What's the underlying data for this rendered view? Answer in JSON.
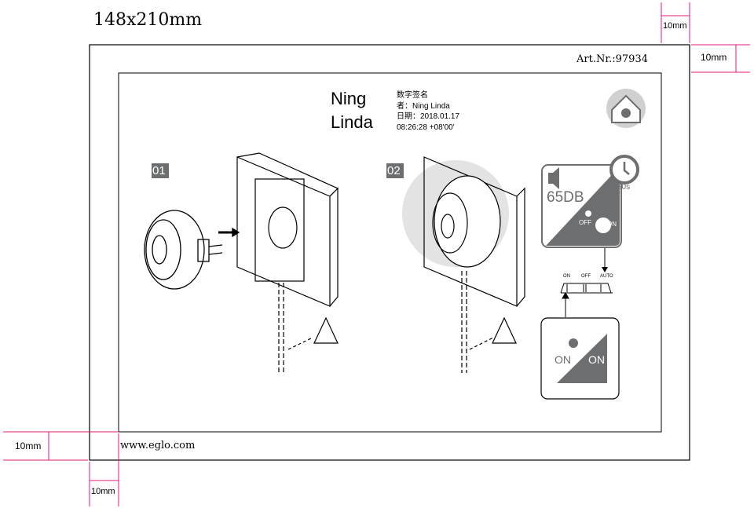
{
  "document": {
    "size_label": "148x210mm",
    "article_number": "Art.Nr.:97934",
    "website": "www.eglo.com",
    "margin_labels": [
      "10mm",
      "10mm",
      "10mm",
      "10mm"
    ]
  },
  "signature": {
    "name_line1": "Ning",
    "name_line2": "Linda",
    "title": "数字签名",
    "signer": "者：Ning Linda",
    "date": "日期：2018.01.17",
    "time": "08:26:28 +08'00'"
  },
  "steps": [
    {
      "number": "01"
    },
    {
      "number": "02"
    }
  ],
  "panel_features": {
    "volume": "65DB",
    "timer": "20s",
    "off_label": "OFF",
    "on_label": "ON"
  },
  "switch": {
    "positions": [
      "ON",
      "OFF",
      "AUTO"
    ]
  },
  "panel_modes": {
    "day_on": "ON",
    "night_on": "ON"
  },
  "colors": {
    "accent": "#e0197d",
    "panel": "#6d6e70"
  }
}
